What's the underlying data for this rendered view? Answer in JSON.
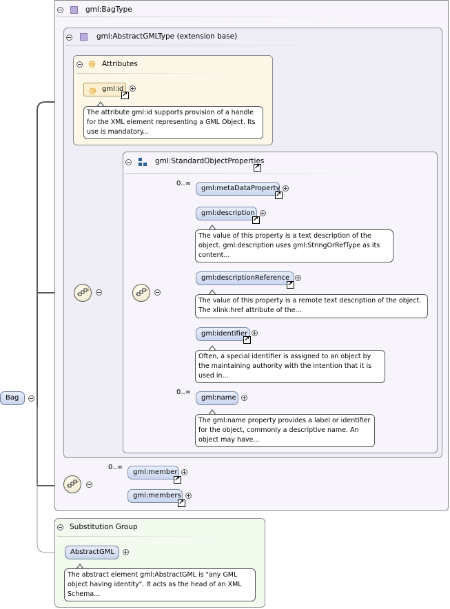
{
  "bagtype": {
    "title": "gml:BagType"
  },
  "abstract": {
    "title": "gml:AbstractGMLType (extension base)"
  },
  "attributes": {
    "title": "Attributes",
    "symbol": "@",
    "id_label": "gml:id",
    "id_doc": [
      "The attribute gml:id supports provision of a handle",
      "for the XML element representing a GML Object. Its",
      "use is mandatory..."
    ]
  },
  "std": {
    "title": "gml:StandardObjectProperties",
    "items": [
      {
        "label": "gml:metaDataProperty",
        "card": "0..∞",
        "doc": []
      },
      {
        "label": "gml:description",
        "card": "",
        "doc": [
          "The value of this property is a text description of the",
          "object. gml:description uses gml:StringOrRefType as its",
          "content..."
        ]
      },
      {
        "label": "gml:descriptionReference",
        "card": "",
        "doc": [
          "The value of this property is a remote text description of the object.",
          "The xlink:href attribute of the..."
        ]
      },
      {
        "label": "gml:identifier",
        "card": "",
        "doc": [
          "Often, a special identifier is assigned to an object by",
          "the maintaining authority with the intention that it is",
          "used in..."
        ]
      },
      {
        "label": "gml:name",
        "card": "0..∞",
        "doc": [
          "The gml:name property provides a label or identifier",
          "for the object, commonly a descriptive name. An",
          "object may have..."
        ]
      }
    ]
  },
  "members": {
    "member_label": "gml:member",
    "member_card": "0..∞",
    "members_label": "gml:members"
  },
  "root": {
    "label": "Bag"
  },
  "subst": {
    "title": "Substitution Group",
    "label": "AbstractGML",
    "doc": [
      "The abstract element gml:AbstractGML is \"any GML",
      "object having identity\". It acts as the head of an XML",
      "Schema..."
    ]
  }
}
